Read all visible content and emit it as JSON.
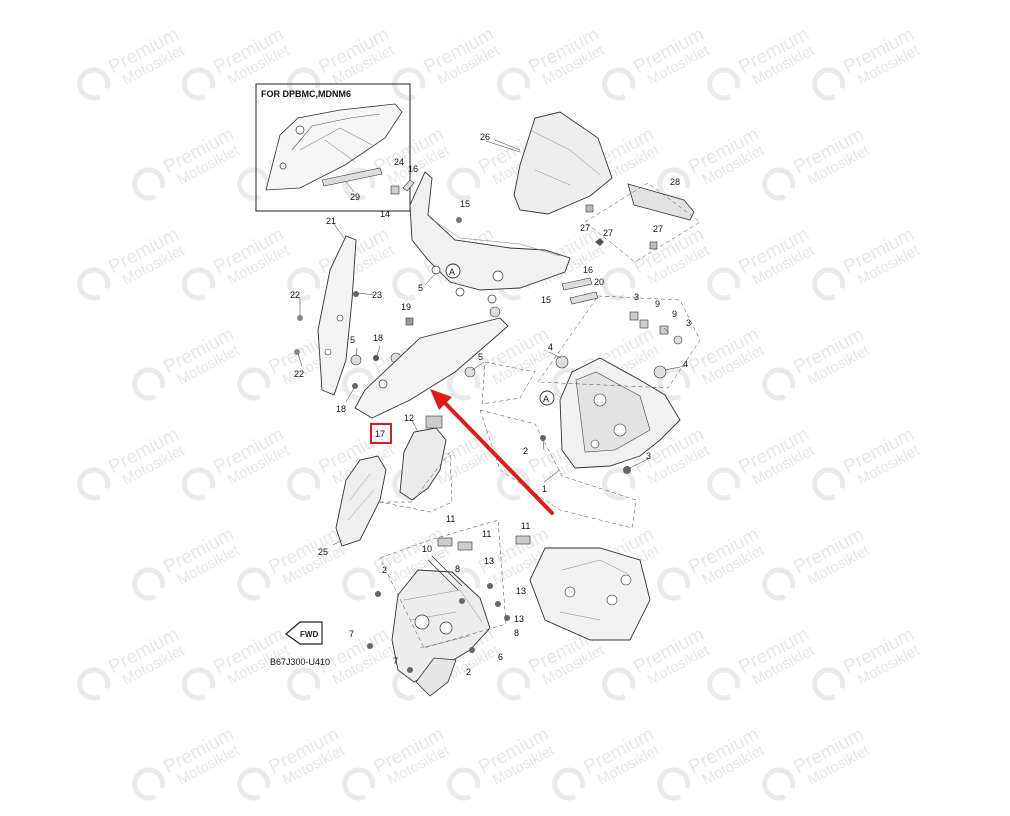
{
  "diagram": {
    "inset_title": "FOR DPBMC,MDNM6",
    "diagram_code": "B67J300-U410",
    "fwd_label": "FWD",
    "circle_label": "A",
    "highlighted_part": "17",
    "highlight_color": "#e01b1b",
    "watermark_line1": "Premium",
    "watermark_line2": "Motosiklet",
    "part_labels": [
      "1",
      "2",
      "3",
      "4",
      "5",
      "6",
      "7",
      "8",
      "9",
      "10",
      "11",
      "12",
      "13",
      "14",
      "15",
      "16",
      "18",
      "19",
      "20",
      "21",
      "22",
      "23",
      "24",
      "25",
      "26",
      "27",
      "28",
      "29"
    ]
  }
}
